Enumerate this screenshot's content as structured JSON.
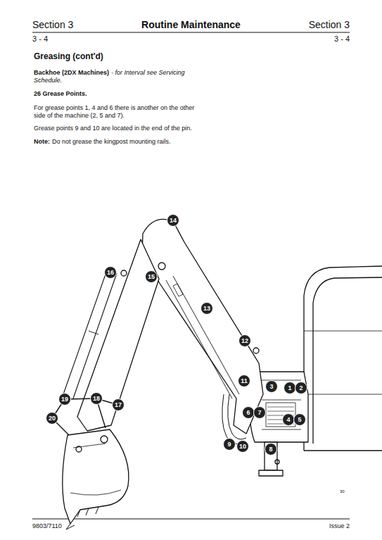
{
  "diagram": {
    "title": "Routine Maintenance",
    "labels": [
      "Section 3",
      "Section 3",
      "3 - 4",
      "3 - 4",
      "Greasing (cont'd)",
      "Backhoe (2DX Machines)",
      "- for Interval see Servicing Schedule.",
      "26 Grease Points.",
      "For grease points 1, 4 and 6 there is another on the other side of the machine (2, 5 and 7).",
      "Grease points 9 and 10 are located in the end of the pin.",
      "Note:",
      "Do not grease the kingpost mounting rails.",
      "1",
      "2",
      "3",
      "4",
      "5",
      "6",
      "7",
      "8",
      "9",
      "10",
      "11",
      "12",
      "13",
      "14",
      "15",
      "16",
      "17",
      "18",
      "19",
      "20",
      "30",
      "9803/7110",
      "Issue 2"
    ]
  }
}
